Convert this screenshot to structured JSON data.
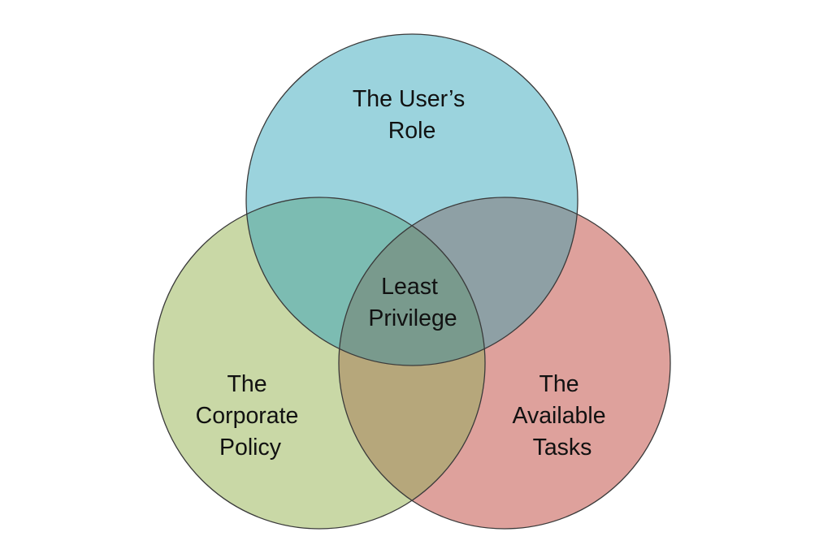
{
  "diagram": {
    "colors": {
      "users_role": "#9bd3dd",
      "corporate_policy": "#c9d8a6",
      "available_tasks": "#dea19c",
      "users_role_policy": "#7cbcb2",
      "users_role_tasks": "#8ea0a5",
      "policy_tasks": "#b6a77b",
      "center": "#799a8d",
      "outline": "#3a3a3a"
    },
    "circles": {
      "users_role": {
        "label_lines": [
          "The User’s",
          "Role"
        ]
      },
      "corporate_policy": {
        "label_lines": [
          "The",
          "Corporate",
          "Policy"
        ]
      },
      "available_tasks": {
        "label_lines": [
          "The",
          "Available",
          "Tasks"
        ]
      }
    },
    "center": {
      "label_lines": [
        "Least",
        "Privilege"
      ]
    }
  }
}
